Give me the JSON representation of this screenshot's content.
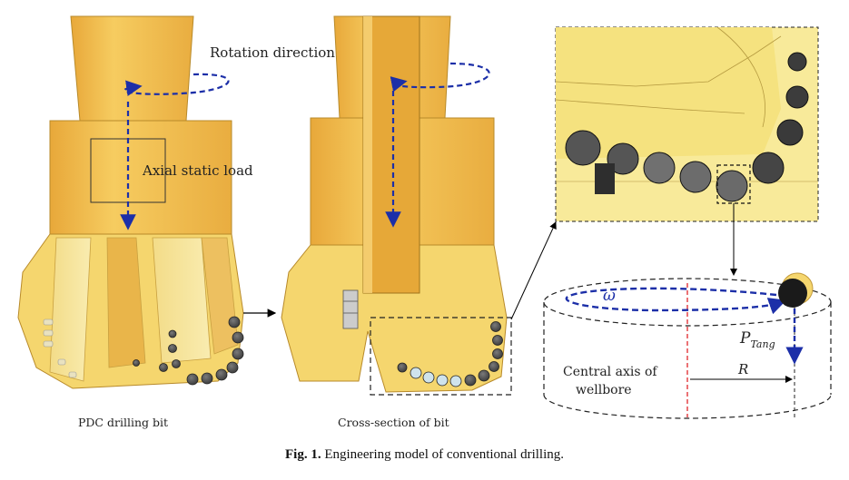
{
  "labels": {
    "rotation_direction": "Rotation direction",
    "axial_static_load": "Axial static load",
    "pdc_drilling_bit": "PDC drilling bit",
    "cross_section": "Cross-section of bit",
    "central_axis_line1": "Central axis of",
    "central_axis_line2": "wellbore",
    "omega": "ω",
    "p_tang_main": "P",
    "p_tang_sub": "Tang",
    "radius": "R"
  },
  "caption": {
    "prefix": "Fig. 1.",
    "text": "Engineering model of conventional drilling."
  },
  "colors": {
    "bit_body": "#f2c04c",
    "bit_light": "#f8dc86",
    "bit_dark": "#d99a2a",
    "blade": "#f6e590",
    "cutter": "#4a4a4a",
    "cutter_light": "#8a8a8a",
    "arrow_blue": "#1c2fa8",
    "axis_red": "#e0262b"
  }
}
